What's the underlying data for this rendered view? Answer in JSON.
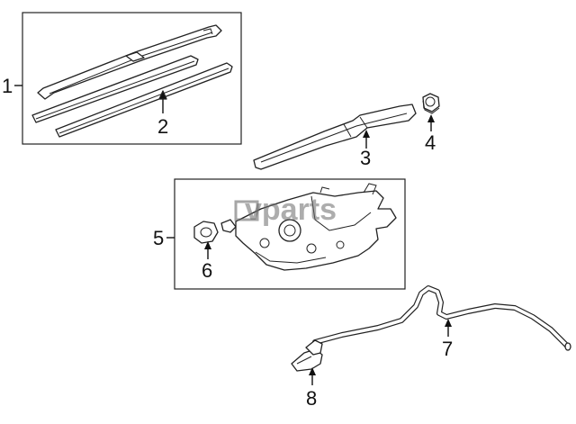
{
  "watermark": "vparts",
  "callouts": {
    "c1": "1",
    "c2": "2",
    "c3": "3",
    "c4": "4",
    "c5": "5",
    "c6": "6",
    "c7": "7",
    "c8": "8"
  },
  "colors": {
    "line": "#222222",
    "background": "#ffffff",
    "watermark": "#6a6a6a"
  }
}
